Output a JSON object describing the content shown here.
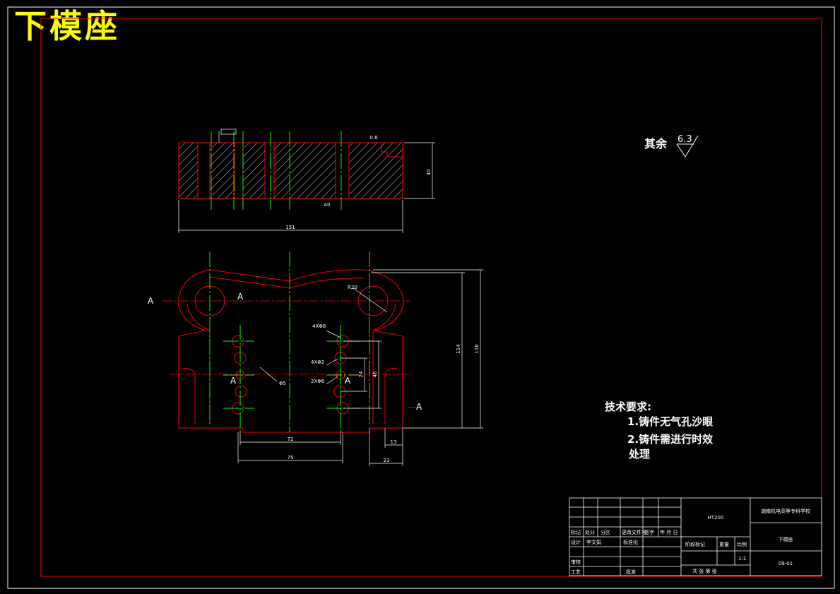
{
  "title": "下模座",
  "roughness": {
    "label": "其余",
    "value": "6.3"
  },
  "requirements": {
    "heading": "技术要求:",
    "items": [
      "1.铸件无气孔沙眼",
      "2.铸件需进行时效",
      "处理"
    ]
  },
  "section_marks": {
    "letter": "A"
  },
  "dimensions": {
    "total_width": "151",
    "height": "40",
    "holes_spacing": "72",
    "holes_overall": "75",
    "offset_13": "13",
    "offset_23": "23",
    "height_114": "114",
    "height_116": "116",
    "dim_24": "24",
    "dim_46": "46",
    "r20": "R20",
    "hole_callout_1": "4XΦ8",
    "hole_callout_2": "4XΦ2",
    "hole_callout_3": "2XΦ6",
    "phi5": "Φ5",
    "rough_small_1": "0.8",
    "rough_small_2": "A0"
  },
  "title_block": {
    "code": "HT200",
    "school": "湖南机电高等专科学校",
    "part_name": "下模座",
    "drawing_no": "09-01",
    "header_row": [
      "标记",
      "处分",
      "分区",
      "更改文件号",
      "签字",
      "年 月 日"
    ],
    "design_label": "设计",
    "designer": "李文娟",
    "std_label": "标准化",
    "review_label": "审核",
    "process_label": "工艺",
    "approve_label": "批准",
    "stage_label": "阶段标记",
    "weight_label": "重量",
    "scale_label": "比例",
    "scale_value": "1:1",
    "sheets": "共  张   第  张"
  },
  "colors": {
    "outline": "#ff0000",
    "centerline": "#00ff00",
    "text": "#ffffff",
    "title": "#ffff00"
  }
}
